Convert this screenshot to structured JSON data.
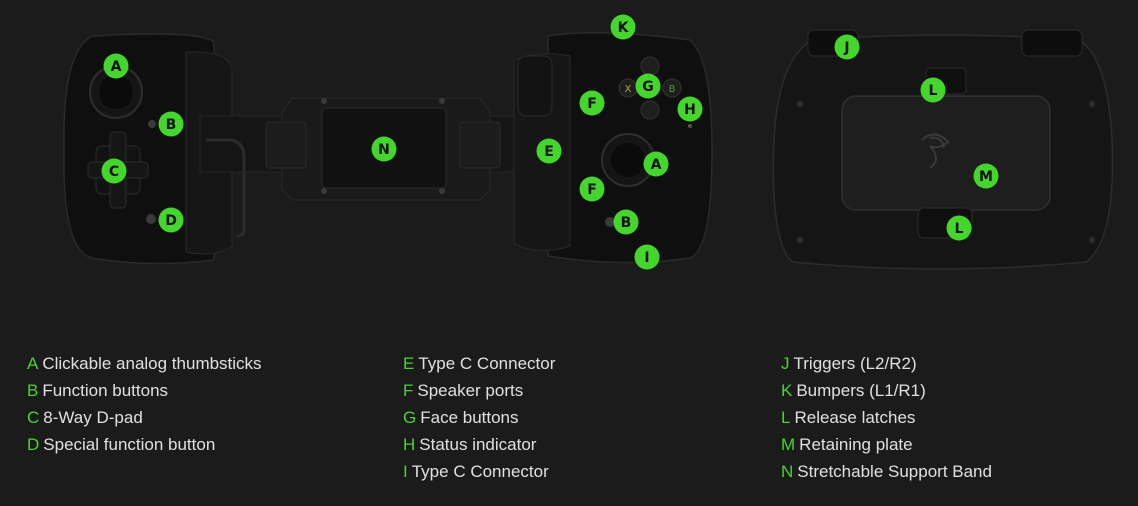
{
  "accent_color": "#44d62c",
  "background_color": "#1b1b1b",
  "logo": "razer-logo",
  "markers": [
    {
      "letter": "A"
    },
    {
      "letter": "B"
    },
    {
      "letter": "C"
    },
    {
      "letter": "D"
    },
    {
      "letter": "N"
    },
    {
      "letter": "E"
    },
    {
      "letter": "F"
    },
    {
      "letter": "F"
    },
    {
      "letter": "G"
    },
    {
      "letter": "H"
    },
    {
      "letter": "A"
    },
    {
      "letter": "B"
    },
    {
      "letter": "I"
    },
    {
      "letter": "K"
    },
    {
      "letter": "J"
    },
    {
      "letter": "L"
    },
    {
      "letter": "M"
    },
    {
      "letter": "L"
    }
  ],
  "face_button_letters": {
    "x": "X",
    "b": "B"
  },
  "legend": [
    [
      {
        "key": "A",
        "label": "Clickable analog thumbsticks"
      },
      {
        "key": "B",
        "label": "Function buttons"
      },
      {
        "key": "C",
        "label": "8-Way D-pad"
      },
      {
        "key": "D",
        "label": "Special function button"
      }
    ],
    [
      {
        "key": "E",
        "label": "Type C Connector"
      },
      {
        "key": "F",
        "label": "Speaker ports"
      },
      {
        "key": "G",
        "label": "Face buttons"
      },
      {
        "key": "H",
        "label": "Status indicator"
      },
      {
        "key": "I",
        "label": "Type C Connector"
      }
    ],
    [
      {
        "key": "J",
        "label": "Triggers (L2/R2)"
      },
      {
        "key": "K",
        "label": "Bumpers (L1/R1)"
      },
      {
        "key": "L",
        "label": "Release latches"
      },
      {
        "key": "M",
        "label": "Retaining plate"
      },
      {
        "key": "N",
        "label": "Stretchable Support Band"
      }
    ]
  ]
}
